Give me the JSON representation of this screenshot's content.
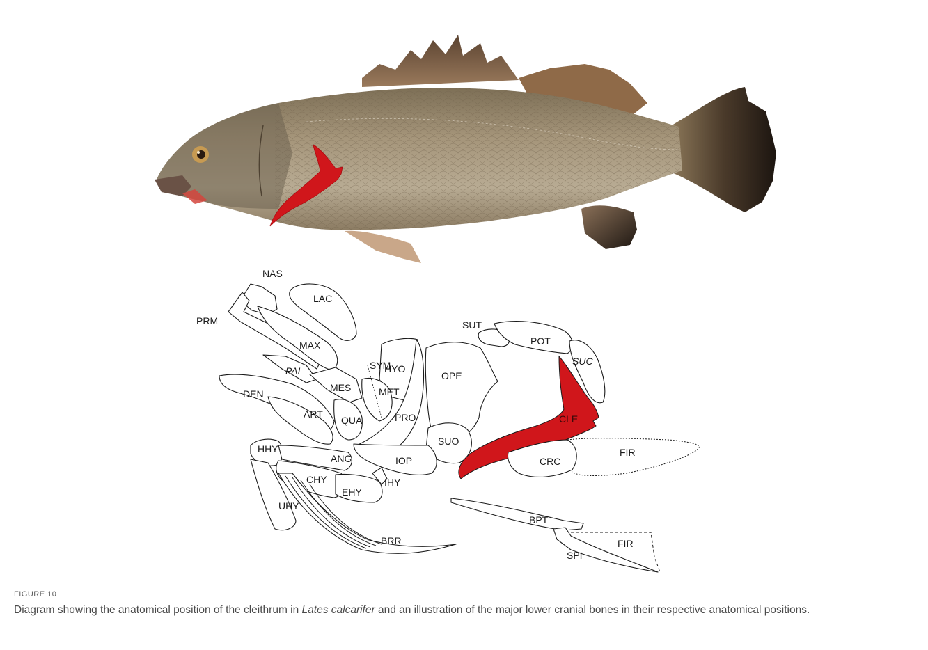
{
  "figure": {
    "label": "FIGURE 10",
    "caption_before": "Diagram showing the anatomical position of the cleithrum in ",
    "caption_species": "Lates calcarifer",
    "caption_after": " and an illustration of the major lower cranial bones in their respective anatomical positions."
  },
  "colors": {
    "highlight": "#d0161b",
    "fish_body": "#a8957a",
    "fish_fin_dark": "#2b2118",
    "outline": "#1a1a1a"
  },
  "bone_labels": {
    "nas": "NAS",
    "lac": "LAC",
    "prm": "PRM",
    "max": "MAX",
    "sym": "SYM",
    "hyo": "HYO",
    "ope": "OPE",
    "pal": "PAL",
    "mes": "MES",
    "met": "MET",
    "den": "DEN",
    "art": "ART",
    "qua": "QUA",
    "pro": "PRO",
    "suo": "SUO",
    "hhy": "HHY",
    "ang": "ANG",
    "iop": "IOP",
    "chy": "CHY",
    "ihy": "IHY",
    "ehy": "EHY",
    "uhy": "UHY",
    "brr": "BRR",
    "sut": "SUT",
    "pot": "POT",
    "suc": "SUC",
    "cle": "CLE",
    "fir_1": "FIR",
    "crc": "CRC",
    "bpt": "BPT",
    "fir_2": "FIR",
    "spi": "SPI"
  }
}
